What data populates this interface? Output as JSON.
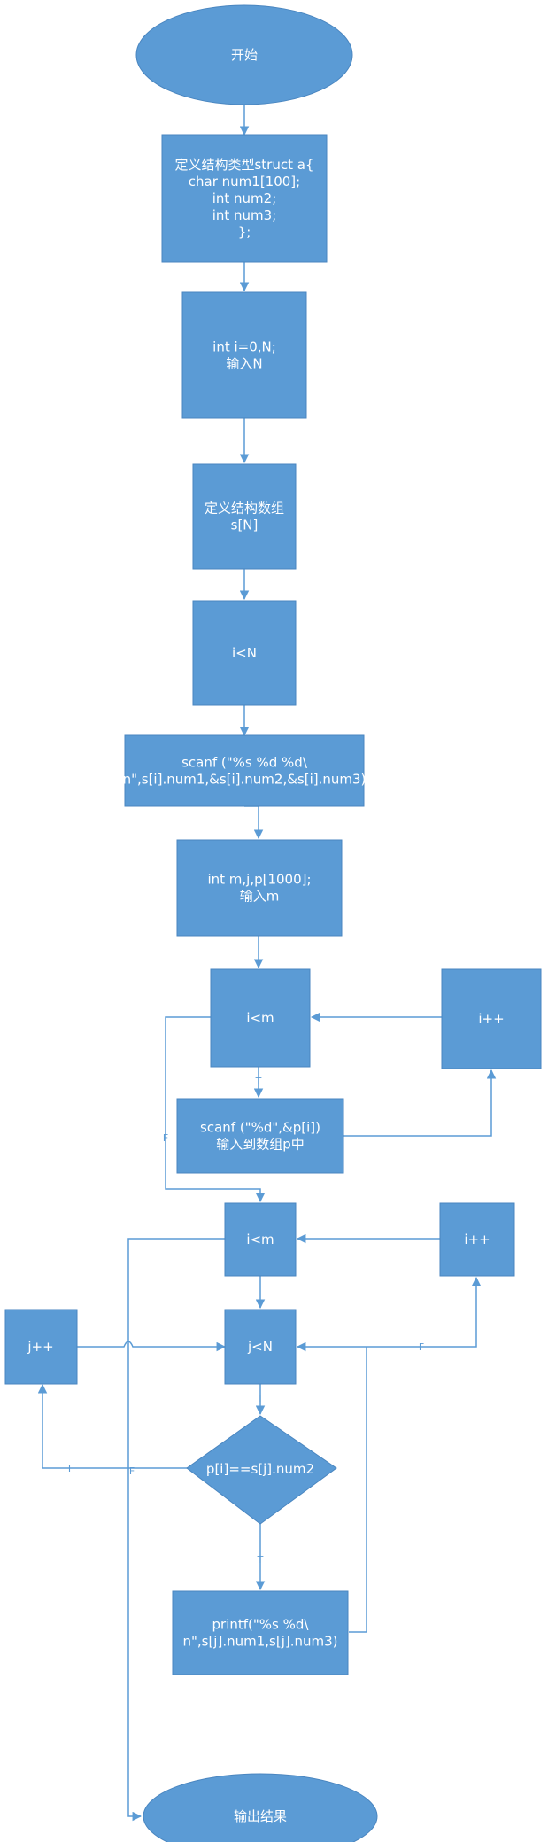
{
  "nodes": {
    "start": [
      "开始"
    ],
    "struct_def": [
      "定义结构类型struct a{",
      "char num1[100];",
      "int num2;",
      "int num3;",
      "};"
    ],
    "init_n": [
      "int i=0,N;",
      "输入N"
    ],
    "array_def": [
      "定义结构数组",
      "s[N]"
    ],
    "cond_i_lt_n": [
      "i<N"
    ],
    "scanf_struct": [
      "scanf (\"%s %d %d\\",
      "n\",s[i].num1,&s[i].num2,&s[i].num3)"
    ],
    "init_m": [
      "int m,j,p[1000];",
      "输入m"
    ],
    "cond_i_lt_m_1": [
      "i<m"
    ],
    "incr_i_1": [
      "i++"
    ],
    "scanf_p": [
      "scanf (\"%d\",&p[i])",
      "输入到数组p中"
    ],
    "cond_i_lt_m_2": [
      "i<m"
    ],
    "incr_i_2": [
      "i++"
    ],
    "incr_j": [
      "j++"
    ],
    "cond_j_lt_n": [
      "j<N"
    ],
    "cond_match": [
      "p[i]==s[j].num2"
    ],
    "printf_out": [
      "printf(\"%s %d\\",
      "n\",s[j].num1,s[j].num3)"
    ],
    "end": [
      "输出结果"
    ]
  },
  "edge_labels": {
    "loop1_true": "T",
    "loop1_false": "F",
    "inner_true": "T",
    "inner_false": "F",
    "match_true": "T",
    "match_false": "F",
    "outer_false": "F"
  },
  "colors": {
    "shape_fill": "#5b9bd5",
    "shape_stroke": "#4a86c0",
    "connector": "#5b9bd5",
    "text": "#ffffff"
  }
}
